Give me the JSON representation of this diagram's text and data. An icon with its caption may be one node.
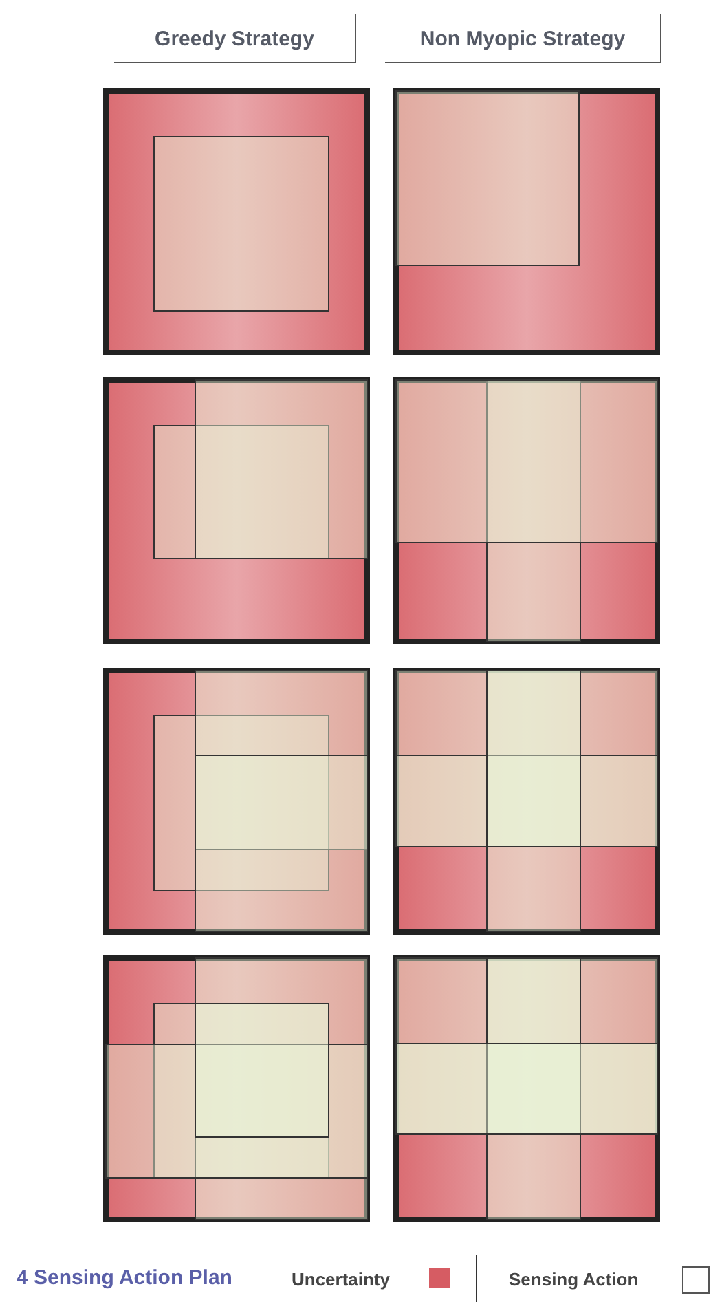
{
  "diagram": {
    "labels": [
      "Greedy Strategy",
      "Non Myopic Strategy",
      "4 Sensing Action Plan"
    ],
    "legend": [
      {
        "text": "Uncertainty",
        "color": "#d65c63"
      },
      {
        "text": "Sensing Action"
      }
    ]
  }
}
